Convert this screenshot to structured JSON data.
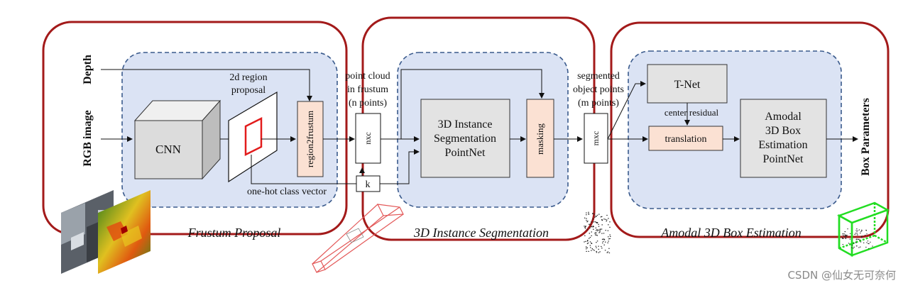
{
  "inputs": {
    "depth": "Depth",
    "rgb": "RGB image"
  },
  "frustum_proposal": {
    "stage_label": "Frustum Proposal",
    "cnn": "CNN",
    "region_caption_line1": "2d region",
    "region_caption_line2": "proposal",
    "region2frustum": "region2frustum",
    "onehot": "one-hot class vector"
  },
  "point_cloud": {
    "line1": "point cloud",
    "line2": "in frustum",
    "line3": "(n points)",
    "nxc": "nxc",
    "k": "k"
  },
  "instance_seg": {
    "stage_label": "3D Instance Segmentation",
    "net_line1": "3D Instance",
    "net_line2": "Segmentation",
    "net_line3": "PointNet",
    "masking": "masking"
  },
  "segmented": {
    "line1": "segmented",
    "line2": "object points",
    "line3": "(m points)",
    "mxc": "mxc"
  },
  "box_estimation": {
    "stage_label": "Amodal 3D Box Estimation",
    "tnet": "T-Net",
    "center_residual": "center residual",
    "translation": "translation",
    "net_line1": "Amodal",
    "net_line2": "3D Box",
    "net_line3": "Estimation",
    "net_line4": "PointNet"
  },
  "output": {
    "label": "Box Parameters"
  },
  "watermark": "CSDN @仙女无可奈何",
  "colors": {
    "stage_border": "#a31a1a",
    "panel_fill": "#dbe3f4",
    "panel_border": "#3a5a8c",
    "module_fill": "#e3e3e3",
    "highlight_fill": "#fbe1d3",
    "green_box": "#22dd22",
    "red_frustum": "#e35858"
  }
}
